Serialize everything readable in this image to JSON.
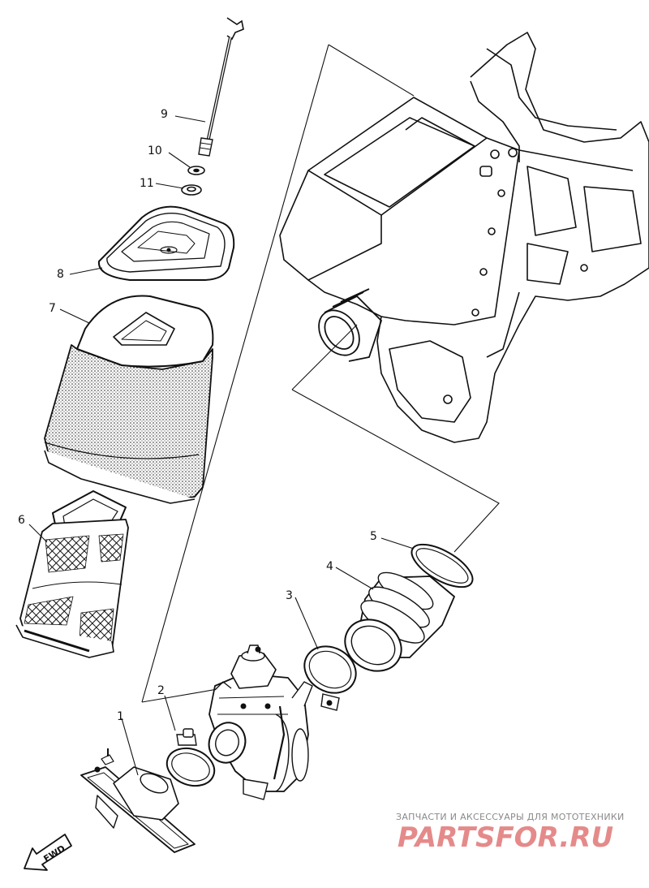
{
  "callouts": {
    "c1": "1",
    "c2": "2",
    "c3": "3",
    "c4": "4",
    "c5": "5",
    "c6": "6",
    "c7": "7",
    "c8": "8",
    "c9": "9",
    "c10": "10",
    "c11": "11"
  },
  "arrow_label": "FWD",
  "watermark": {
    "tagline": "ЗАПЧАСТИ И АКСЕССУАРЫ ДЛЯ МОТОТЕХНИКИ",
    "logo": "PARTSFOR.RU",
    "logo_color": "#e58a8a"
  },
  "colors": {
    "ink": "#111111",
    "background": "#ffffff"
  }
}
